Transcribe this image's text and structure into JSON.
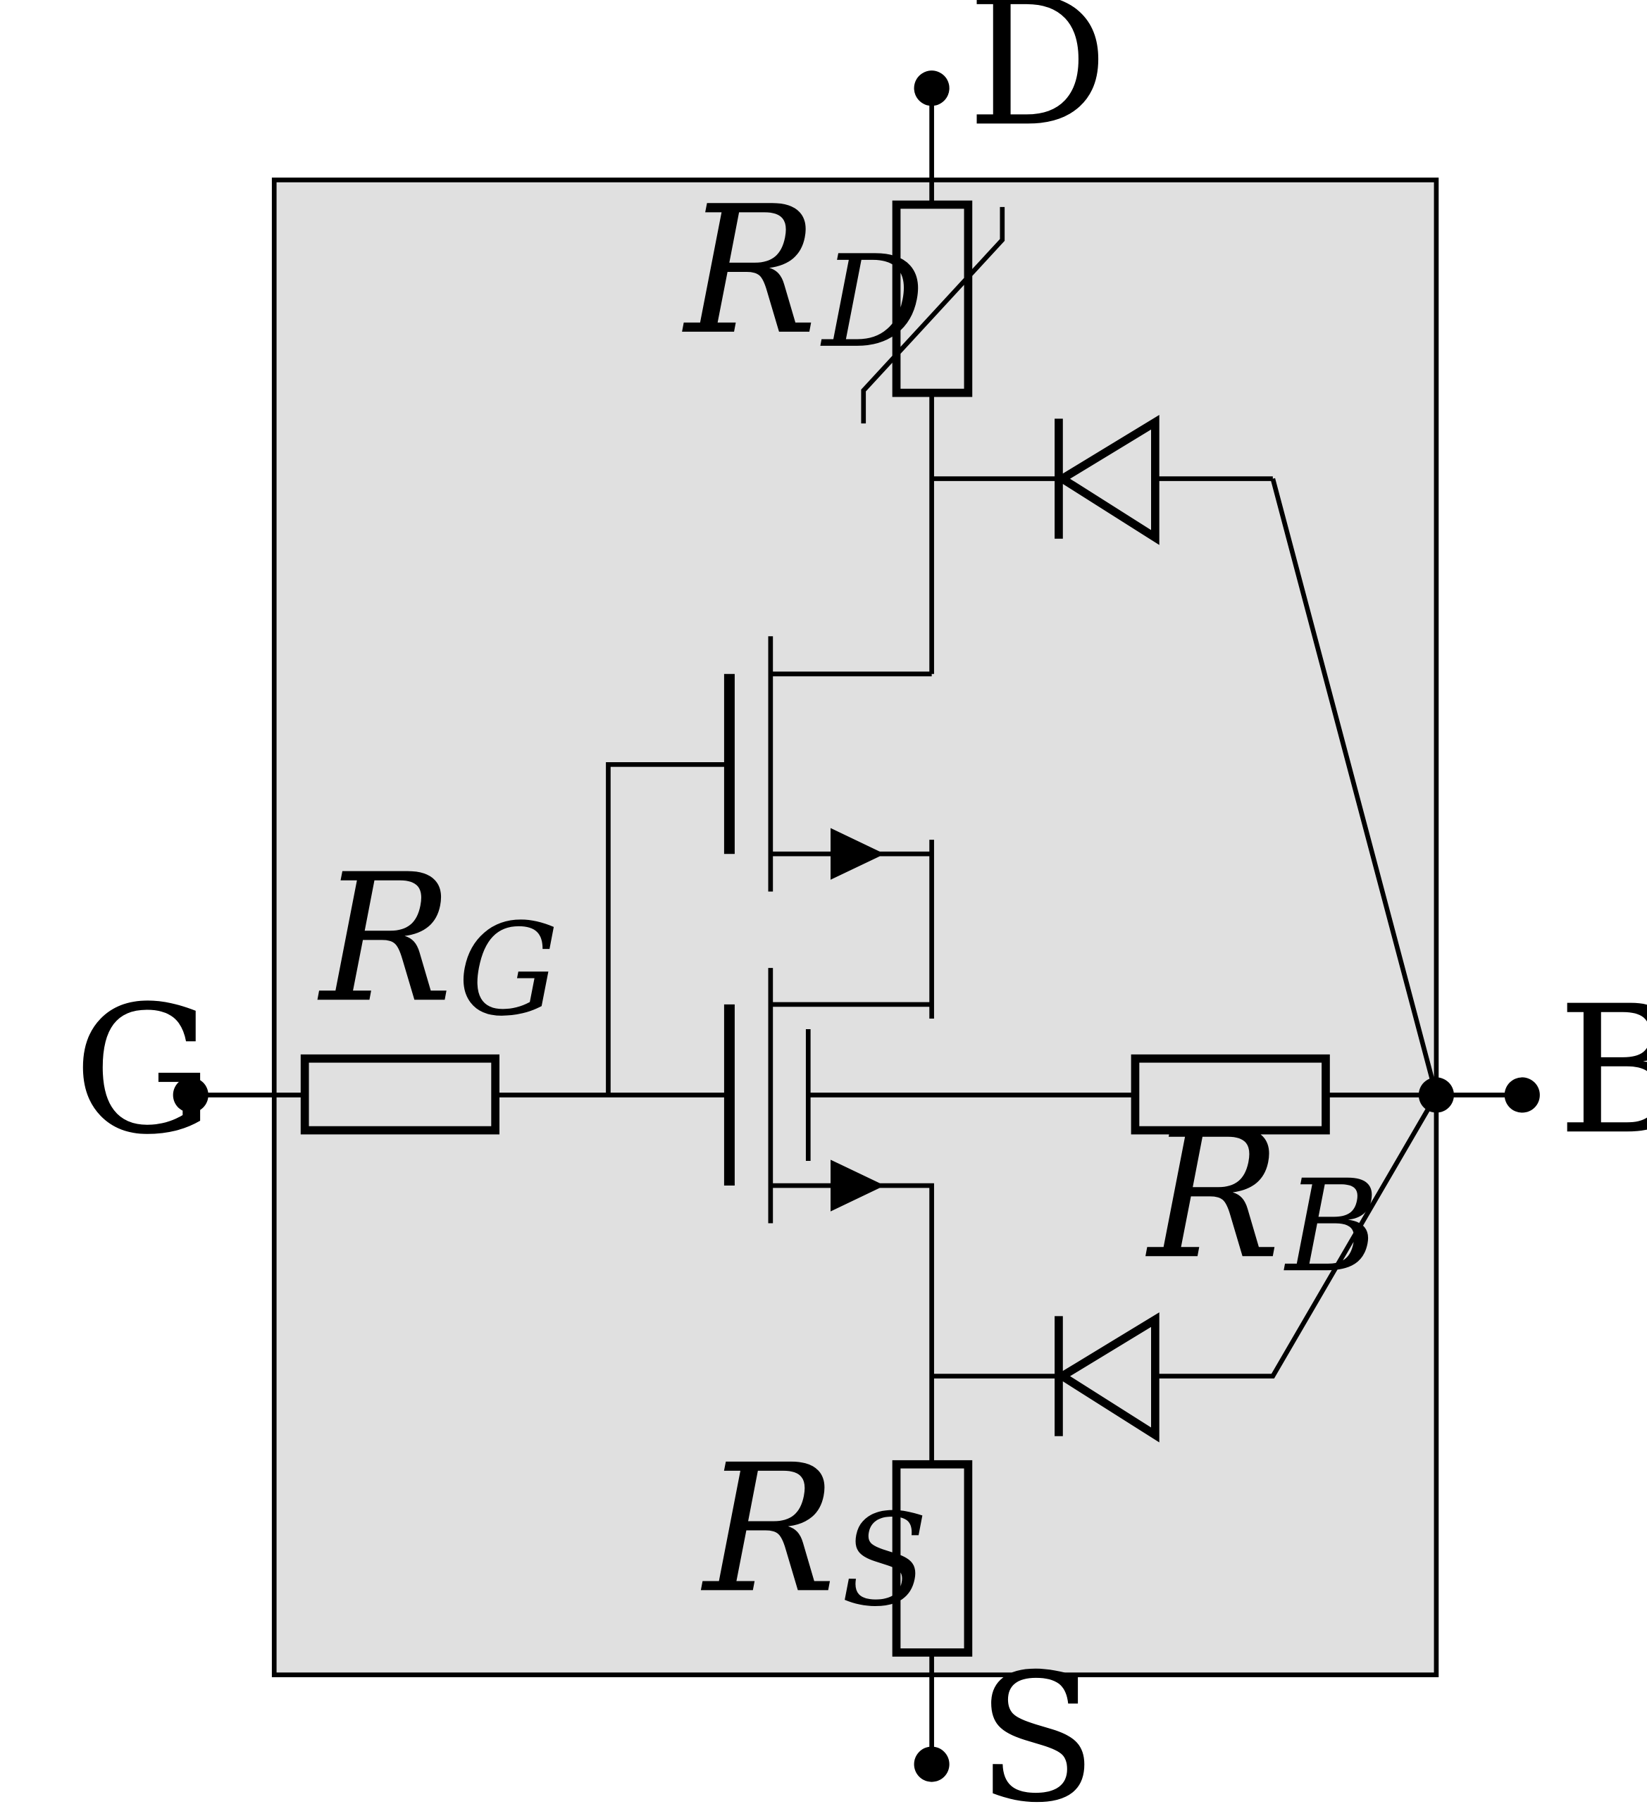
{
  "terminals": {
    "drain": "D",
    "gate": "G",
    "source": "S",
    "bulk": "B"
  },
  "labels": {
    "rd": {
      "main": "R",
      "sub": "D"
    },
    "rg": {
      "main": "R",
      "sub": "G"
    },
    "rb": {
      "main": "R",
      "sub": "B"
    },
    "rs": {
      "main": "R",
      "sub": "S"
    }
  },
  "colors": {
    "wire": "#000000",
    "package_fill": "#e0e0e0",
    "background": "#ffffff"
  }
}
